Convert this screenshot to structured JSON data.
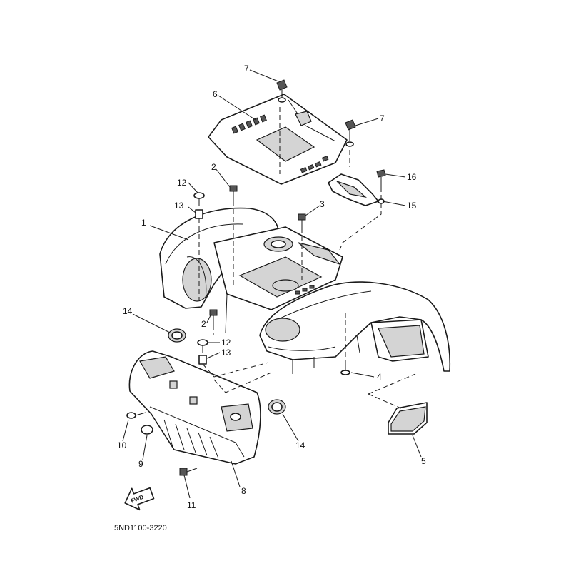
{
  "diagram_code": "5ND1100-3220",
  "direction_label": "FWD",
  "callouts": {
    "c1": "1",
    "c2a": "2",
    "c2b": "2",
    "c3": "3",
    "c4": "4",
    "c5": "5",
    "c6": "6",
    "c7a": "7",
    "c7b": "7",
    "c8": "8",
    "c9": "9",
    "c10": "10",
    "c11": "11",
    "c12a": "12",
    "c12b": "12",
    "c13a": "13",
    "c13b": "13",
    "c14a": "14",
    "c14b": "14",
    "c15": "15",
    "c16": "16"
  },
  "colors": {
    "line": "#1a1a1a",
    "fill": "#ffffff",
    "shade": "#d4d4d4"
  }
}
